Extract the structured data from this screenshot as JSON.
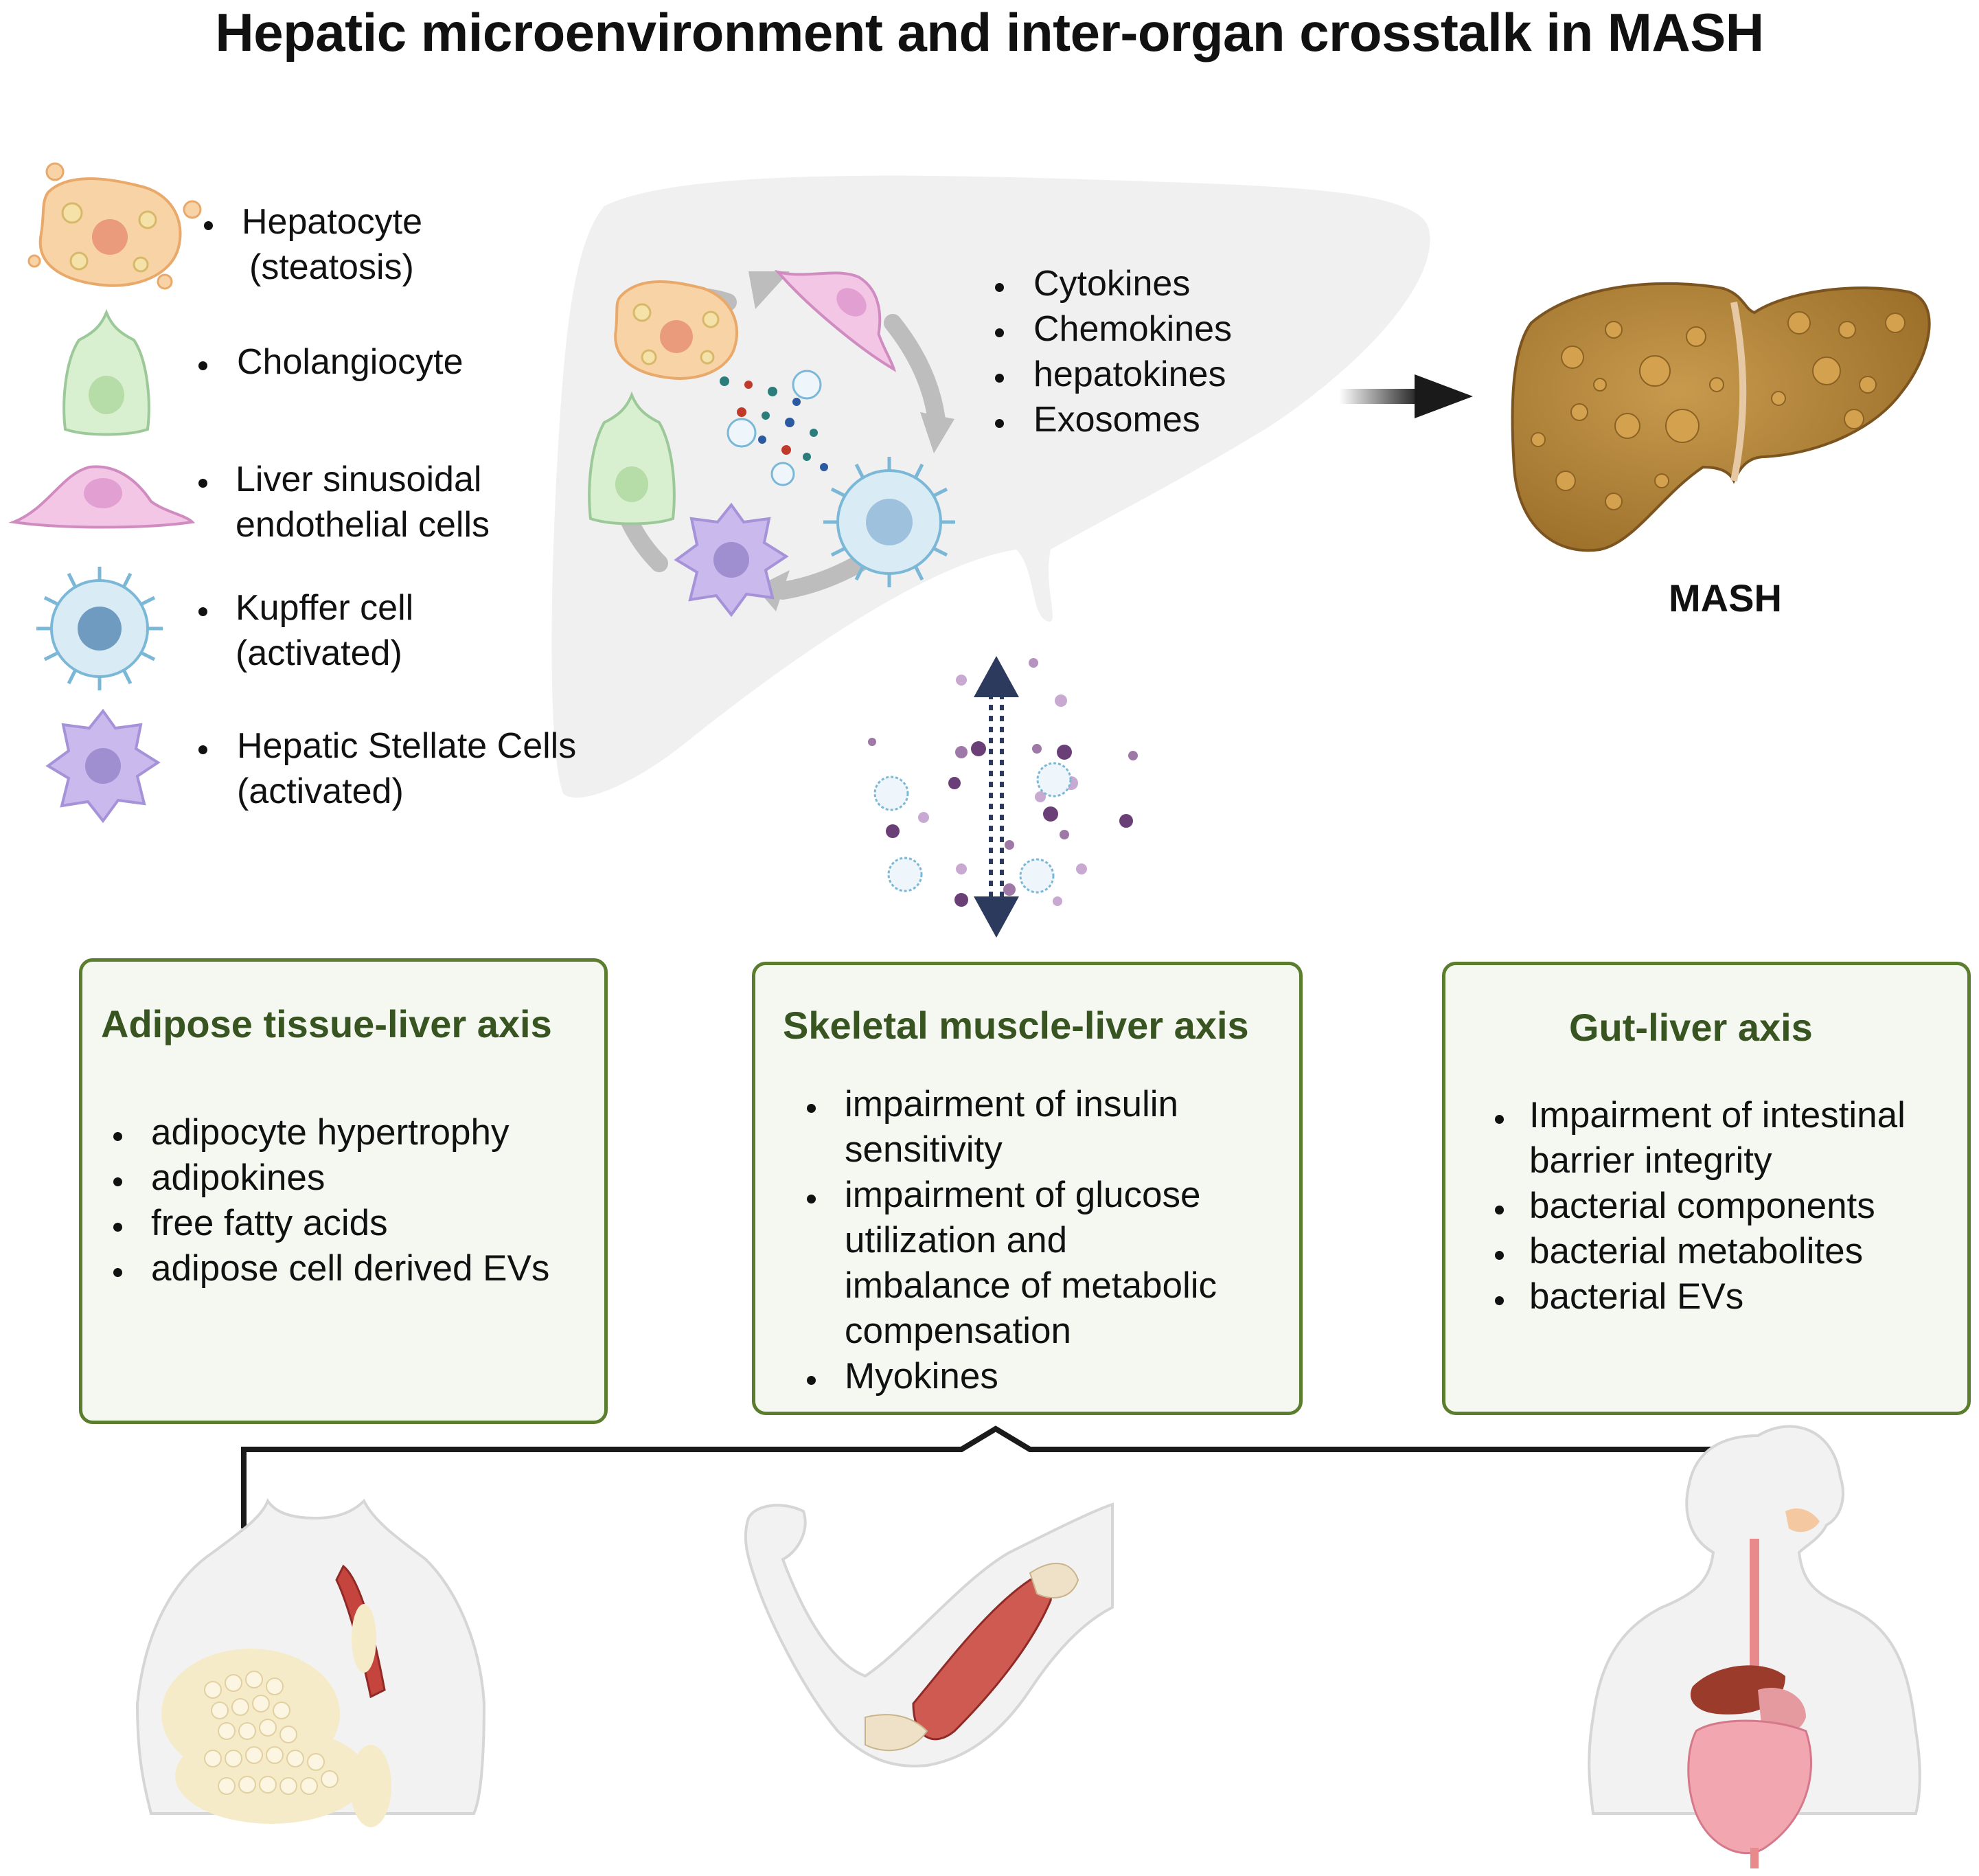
{
  "title": "Hepatic microenvironment and inter-organ crosstalk  in MASH",
  "legend": {
    "hepatocyte": [
      "Hepatocyte",
      "(steatosis)"
    ],
    "cholangiocyte": [
      "Cholangiocyte"
    ],
    "lsec": [
      "Liver sinusoidal",
      "endothelial cells"
    ],
    "kupffer": [
      "Kupffer cell",
      "(activated)"
    ],
    "stellate": [
      "Hepatic Stellate Cells",
      "(activated)"
    ]
  },
  "liver_signals": [
    "Cytokines",
    "Chemokines",
    "hepatokines",
    "Exosomes"
  ],
  "mash_label": "MASH",
  "axes": {
    "adipose": {
      "title": "Adipose tissue-liver axis",
      "items": [
        "adipocyte hypertrophy",
        "adipokines",
        "free fatty acids",
        "adipose cell derived EVs"
      ]
    },
    "muscle": {
      "title": "Skeletal muscle-liver axis",
      "items": [
        [
          "impairment of insulin",
          "sensitivity"
        ],
        [
          "impairment of glucose",
          "utilization and",
          "imbalance of metabolic",
          "compensation"
        ],
        [
          "Myokines"
        ]
      ]
    },
    "gut": {
      "title": "Gut-liver axis",
      "items": [
        [
          "Impairment of intestinal",
          "barrier integrity"
        ],
        [
          "bacterial components"
        ],
        [
          "bacterial metabolites"
        ],
        [
          "bacterial  EVs"
        ]
      ]
    }
  },
  "colors": {
    "box_border": "#5b7d2e",
    "box_fill": "#f5f8f1",
    "box_title": "#375421",
    "arrow_navy": "#2c3a5e",
    "liver_brown": "#a77a32"
  }
}
